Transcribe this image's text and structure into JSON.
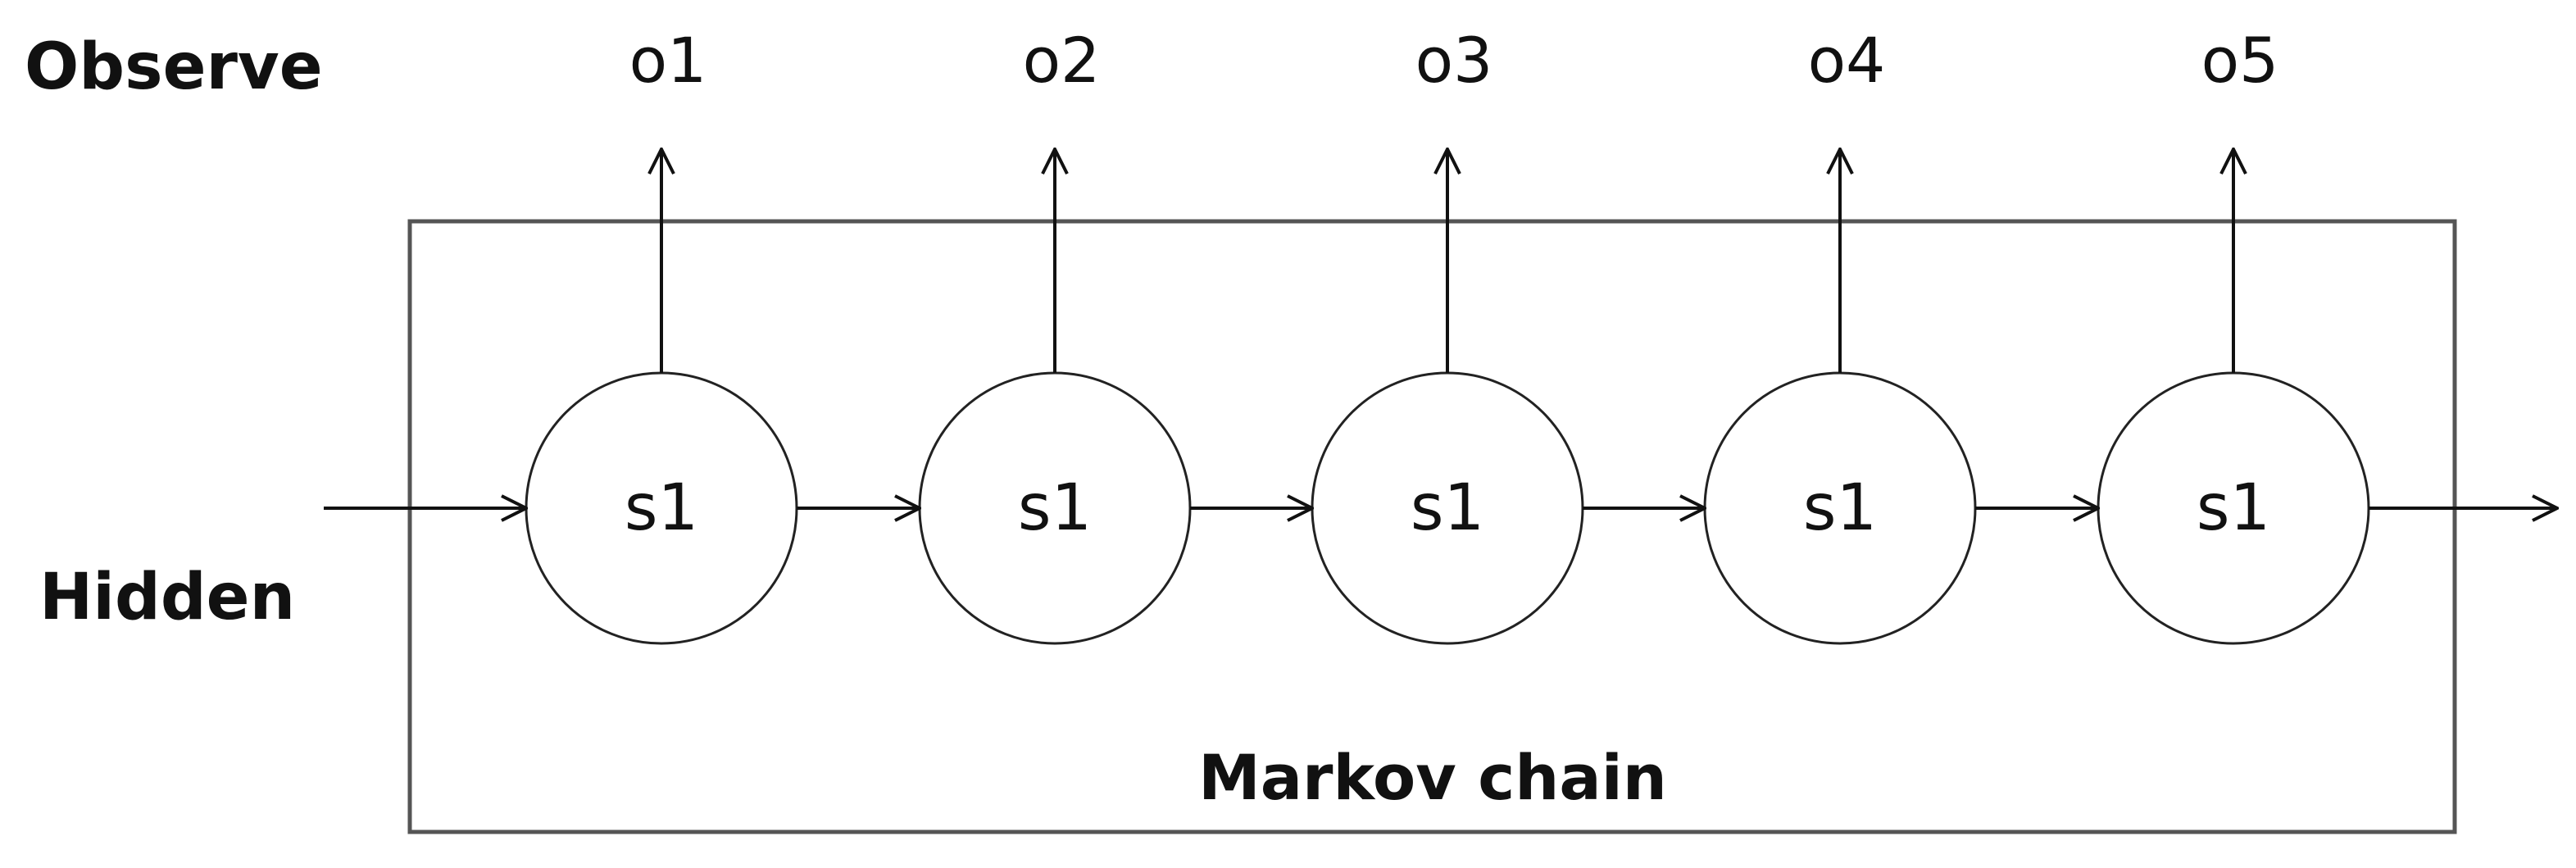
{
  "labels": {
    "observe": "Observe",
    "hidden": "Hidden",
    "chain": "Markov chain"
  },
  "observations": [
    "o1",
    "o2",
    "o3",
    "o4",
    "o5"
  ],
  "states": [
    "s1",
    "s1",
    "s1",
    "s1",
    "s1"
  ]
}
